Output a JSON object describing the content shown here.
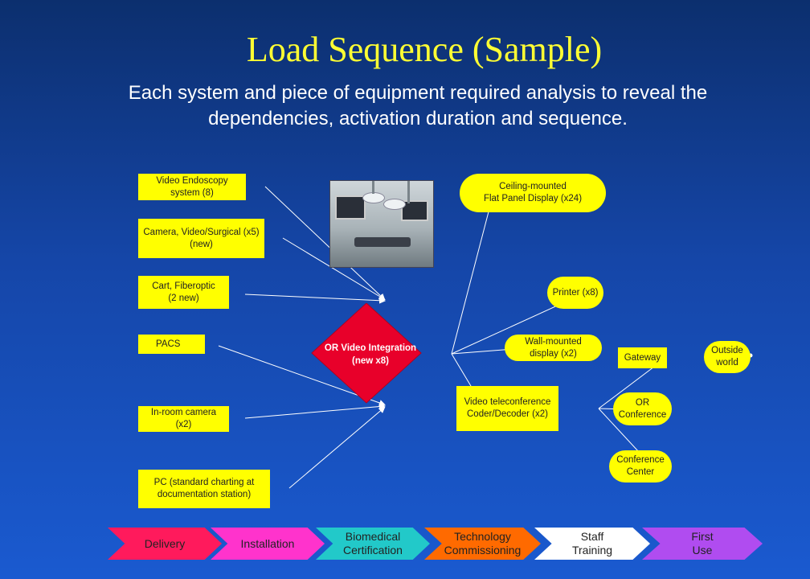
{
  "title": "Load Sequence (Sample)",
  "subtitle": "Each system and piece of equipment required analysis to reveal the dependencies, activation duration and sequence.",
  "colors": {
    "box_fill": "#ffff00",
    "diamond_fill": "#e8002a",
    "title_color": "#ffff33",
    "background": "#1546a8"
  },
  "inputs": [
    {
      "id": "video-endoscopy",
      "label": "Video Endoscopy\nsystem (8)"
    },
    {
      "id": "camera-video-surgical",
      "label": "Camera,  Video/Surgical (x5)\n(new)"
    },
    {
      "id": "cart-fiberoptic",
      "label": "Cart, Fiberoptic\n(2 new)"
    },
    {
      "id": "pacs",
      "label": "PACS"
    },
    {
      "id": "in-room-camera",
      "label": "In-room camera\n(x2)"
    },
    {
      "id": "pc-standard-charting",
      "label": "PC (standard charting at\ndocumentation station)"
    }
  ],
  "center": {
    "label": "OR Video Integration\n(new x8)",
    "image_icon": "operating-room-photo-icon"
  },
  "outputs": [
    {
      "id": "ceiling-flat-panel",
      "label": "Ceiling-mounted\nFlat Panel Display (x24)"
    },
    {
      "id": "printer",
      "label": "Printer (x8)"
    },
    {
      "id": "wall-mounted-display",
      "label": "Wall-mounted\ndisplay (x2)"
    },
    {
      "id": "video-teleconference",
      "label": "Video teleconference\nCoder/Decoder (x2)"
    }
  ],
  "endpoints": [
    {
      "id": "gateway",
      "label": "Gateway"
    },
    {
      "id": "or-conference",
      "label": "OR\nConference"
    },
    {
      "id": "conference-center",
      "label": "Conference\nCenter"
    },
    {
      "id": "outside-world",
      "label": "Outside\nworld"
    }
  ],
  "steps": [
    {
      "id": "delivery",
      "label": "Delivery",
      "color": "#ff1a5c"
    },
    {
      "id": "installation",
      "label": "Installation",
      "color": "#ff33cc"
    },
    {
      "id": "biomedical-certification",
      "label": "Biomedical\nCertification",
      "color": "#22c9c9"
    },
    {
      "id": "technology-commissioning",
      "label": "Technology\nCommissioning",
      "color": "#ff6a00"
    },
    {
      "id": "staff-training",
      "label": "Staff\nTraining",
      "color": "#ffffff"
    },
    {
      "id": "first-use",
      "label": "First\nUse",
      "color": "#b04cf0"
    }
  ]
}
